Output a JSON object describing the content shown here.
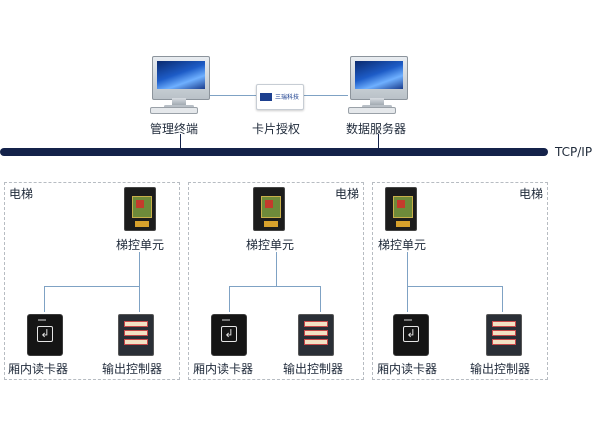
{
  "top": {
    "management_terminal": "管理终端",
    "card_authorization": "卡片授权",
    "data_server": "数据服务器",
    "card_brand": "三瑞科技"
  },
  "bus": {
    "protocol": "TCP/IP"
  },
  "groups": [
    {
      "title": "电梯",
      "unit": "梯控单元",
      "reader": "厢内读卡器",
      "output": "输出控制器"
    },
    {
      "title": "电梯",
      "unit": "梯控单元",
      "reader": "厢内读卡器",
      "output": "输出控制器"
    },
    {
      "title": "电梯",
      "unit": "梯控单元",
      "reader": "厢内读卡器",
      "output": "输出控制器"
    }
  ],
  "colors": {
    "bus": "#14224a",
    "wire": "#7fa2c4",
    "dashed_border": "#b7bcc2"
  }
}
